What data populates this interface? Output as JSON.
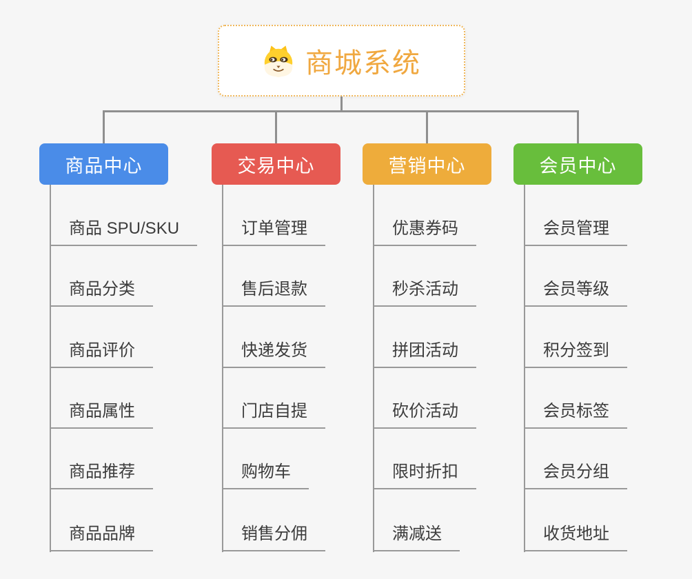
{
  "canvas": {
    "background": "#f6f6f6"
  },
  "root": {
    "title": "商城系统",
    "icon": "dog-face-icon",
    "title_color": "#f0a840",
    "border_color": "#f0b75a",
    "background": "#ffffff"
  },
  "connectors": {
    "main_color": "#8f8f8f",
    "sub_color": "#999999"
  },
  "branches": [
    {
      "label": "商品中心",
      "color": "#4a8ce8",
      "items": [
        "商品 SPU/SKU",
        "商品分类",
        "商品评价",
        "商品属性",
        "商品推荐",
        "商品品牌"
      ]
    },
    {
      "label": "交易中心",
      "color": "#e65a52",
      "items": [
        "订单管理",
        "售后退款",
        "快递发货",
        "门店自提",
        "购物车",
        "销售分佣"
      ]
    },
    {
      "label": "营销中心",
      "color": "#eeac3b",
      "items": [
        "优惠券码",
        "秒杀活动",
        "拼团活动",
        "砍价活动",
        "限时折扣",
        "满减送"
      ]
    },
    {
      "label": "会员中心",
      "color": "#68be3c",
      "items": [
        "会员管理",
        "会员等级",
        "积分签到",
        "会员标签",
        "会员分组",
        "收货地址"
      ]
    }
  ]
}
